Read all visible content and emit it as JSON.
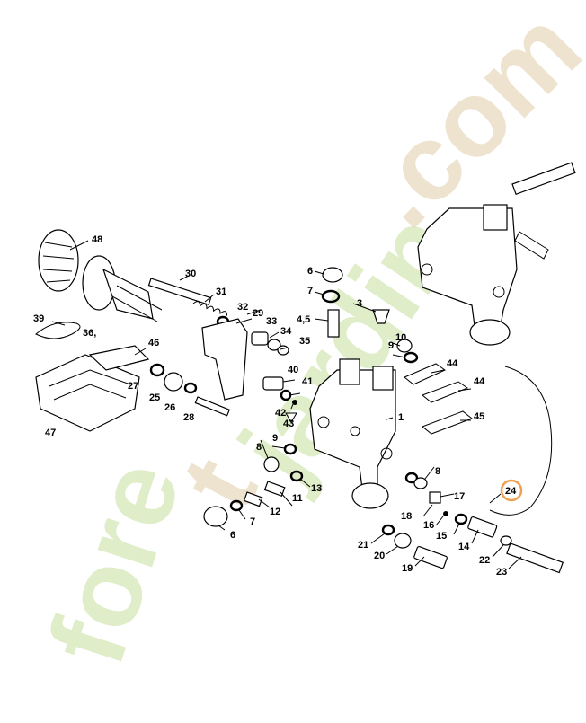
{
  "watermark": {
    "left": "fore",
    "accent": "t",
    "right": "jardin",
    "tld": ".com"
  },
  "colors": {
    "watermark_green": "#c6df9e",
    "watermark_tan": "#e3d2ae",
    "highlight": "#f0a050"
  },
  "highlighted_part": "24",
  "labels": {
    "p48": "48",
    "p30": "30",
    "p31": "31",
    "p32": "32",
    "p29": "29",
    "p33": "33",
    "p34": "34",
    "p35": "35",
    "p6a": "6",
    "p7a": "7",
    "p3": "3",
    "p45a": "4,5",
    "p10": "10",
    "p9a": "9",
    "p39": "39",
    "p36": "36,",
    "p46": "46",
    "p27": "27",
    "p25": "25",
    "p26": "26",
    "p28": "28",
    "p47": "47",
    "p40": "40",
    "p41": "41",
    "p42": "42",
    "p43": "43",
    "p44a": "44",
    "p44b": "44",
    "p45": "45",
    "p1": "1",
    "p9b": "9",
    "p8a": "8",
    "p13": "13",
    "p11": "11",
    "p12": "12",
    "p6b": "6",
    "p7b": "7",
    "p8b": "8",
    "p17": "17",
    "p18": "18",
    "p16": "16",
    "p15": "15",
    "p14": "14",
    "p24": "24",
    "p21": "21",
    "p20": "20",
    "p19": "19",
    "p22": "22",
    "p23": "23"
  }
}
